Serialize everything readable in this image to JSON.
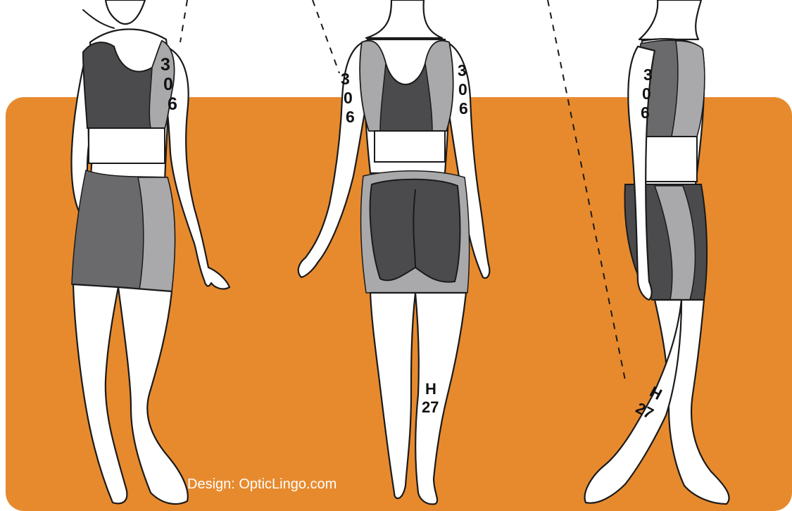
{
  "colors": {
    "background": "#ffffff",
    "panel": "#e78a2e",
    "garment_dark": "#4b4b4d",
    "garment_light": "#a9a9ab",
    "skin": "#ffffff",
    "outline": "#1a1a1a",
    "credit_text": "#ffffff"
  },
  "figures": [
    {
      "view": "front-three-quarter",
      "arm_label_digits": [
        "3",
        "0",
        "6"
      ]
    },
    {
      "view": "back",
      "left_arm_label_digits": [
        "3",
        "0",
        "6"
      ],
      "right_arm_label_digits": [
        "3",
        "0",
        "6"
      ],
      "leg_label_lines": [
        "H",
        "27"
      ]
    },
    {
      "view": "side",
      "arm_label_digits": [
        "3",
        "0",
        "6"
      ],
      "leg_label_lines": [
        "H",
        "27"
      ]
    }
  ],
  "credit": "Design: OpticLingo.com"
}
